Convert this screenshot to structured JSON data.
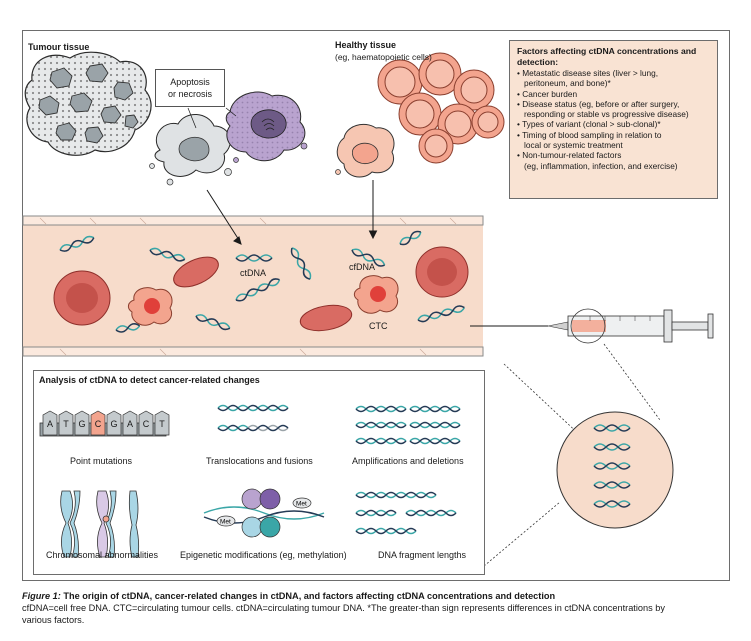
{
  "labels": {
    "tumour_tissue": "Tumour tissue",
    "healthy_tissue": "Healthy tissue",
    "healthy_sub": "(eg, haematopoietic cells)",
    "apoptosis_1": "Apoptosis",
    "apoptosis_2": "or necrosis",
    "ctdna": "ctDNA",
    "cfdna": "cfDNA",
    "ctc": "CTC"
  },
  "factors": {
    "title_1": "Factors affecting ctDNA concentrations and",
    "title_2": "detection:",
    "items": [
      [
        "Metastatic disease sites (liver > lung,",
        "peritoneum, and bone)*"
      ],
      [
        "Cancer burden"
      ],
      [
        "Disease status (eg, before or after surgery,",
        "responding or stable vs progressive disease)"
      ],
      [
        "Types of variant (clonal > sub-clonal)*"
      ],
      [
        "Timing of blood sampling in relation to",
        "local or systemic treatment"
      ],
      [
        "Non-tumour-related factors",
        "(eg, inflammation, infection, and exercise)"
      ]
    ]
  },
  "analysis": {
    "title": "Analysis of ctDNA to detect cancer-related changes",
    "bases": [
      "A",
      "T",
      "G",
      "C",
      "G",
      "A",
      "C",
      "T"
    ],
    "panels": [
      "Point mutations",
      "Translocations and fusions",
      "Amplifications and deletions",
      "Chromosomal abnormalities",
      "Epigenetic modifications (eg, methylation)",
      "DNA fragment lengths"
    ],
    "met": "Met"
  },
  "caption": {
    "title_prefix": "Figure 1:",
    "title_rest": " The origin of ctDNA, cancer-related changes in ctDNA, and factors affecting ctDNA concentrations and detection",
    "line_1": "cfDNA=cell free DNA. CTC=circulating tumour cells. ctDNA=circulating tumour DNA. *The greater-than sign represents differences in ctDNA concentrations by",
    "line_2": "various factors."
  },
  "colors": {
    "vessel": "#f7dccb",
    "vessel_wall": "#8a8a8a",
    "rbc": "#d96b63",
    "rbc_dark": "#b9423c",
    "healthy_cell": "#f3a48e",
    "tumour_cell": "#9aa3a8",
    "purple_cell": "#b9a3cf",
    "dna_teal": "#3aa6a7",
    "dna_dark": "#243a55",
    "factors_bg": "#f9e3d3",
    "base_tile": "#9aa3a8",
    "base_mut": "#f3a48e"
  }
}
